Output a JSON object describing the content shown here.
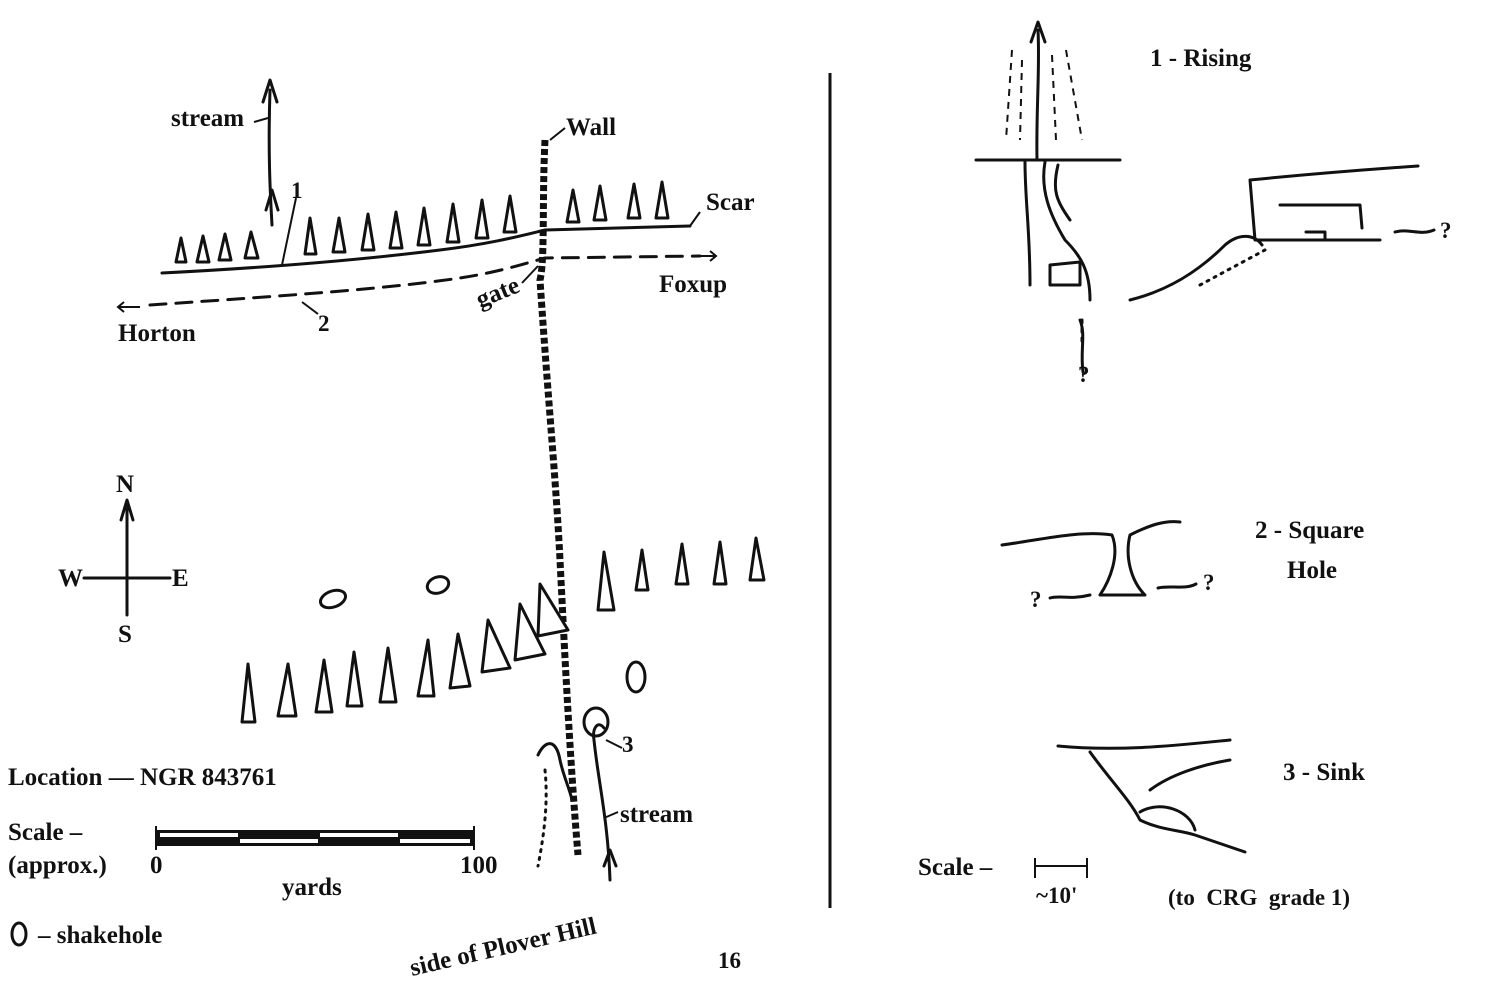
{
  "map": {
    "labels": {
      "stream_north": "stream",
      "point_1": "1",
      "wall": "Wall",
      "scar": "Scar",
      "foxup": "Foxup",
      "gate": "gate",
      "horton": "Horton",
      "point_2": "2",
      "point_3": "3",
      "stream_south": "stream",
      "side_of_hill": "side of Plover Hill"
    },
    "compass": {
      "n": "N",
      "s": "S",
      "e": "E",
      "w": "W"
    },
    "location": "Location — NGR 843761",
    "scale": {
      "label": "Scale –",
      "qualifier": "(approx.)",
      "start": "0",
      "end": "100",
      "unit": "yards"
    },
    "legend": {
      "symbol": "O",
      "text": "– shakehole"
    }
  },
  "page_number": "16",
  "sections": {
    "rising": "1 - Rising",
    "square_line1": "2 - Square",
    "square_line2": "Hole",
    "sink": "3 - Sink",
    "unknown_mark": "?",
    "scale_label": "Scale –",
    "scale_value": "~10'",
    "grade": "(to  CRG  grade 1)"
  }
}
